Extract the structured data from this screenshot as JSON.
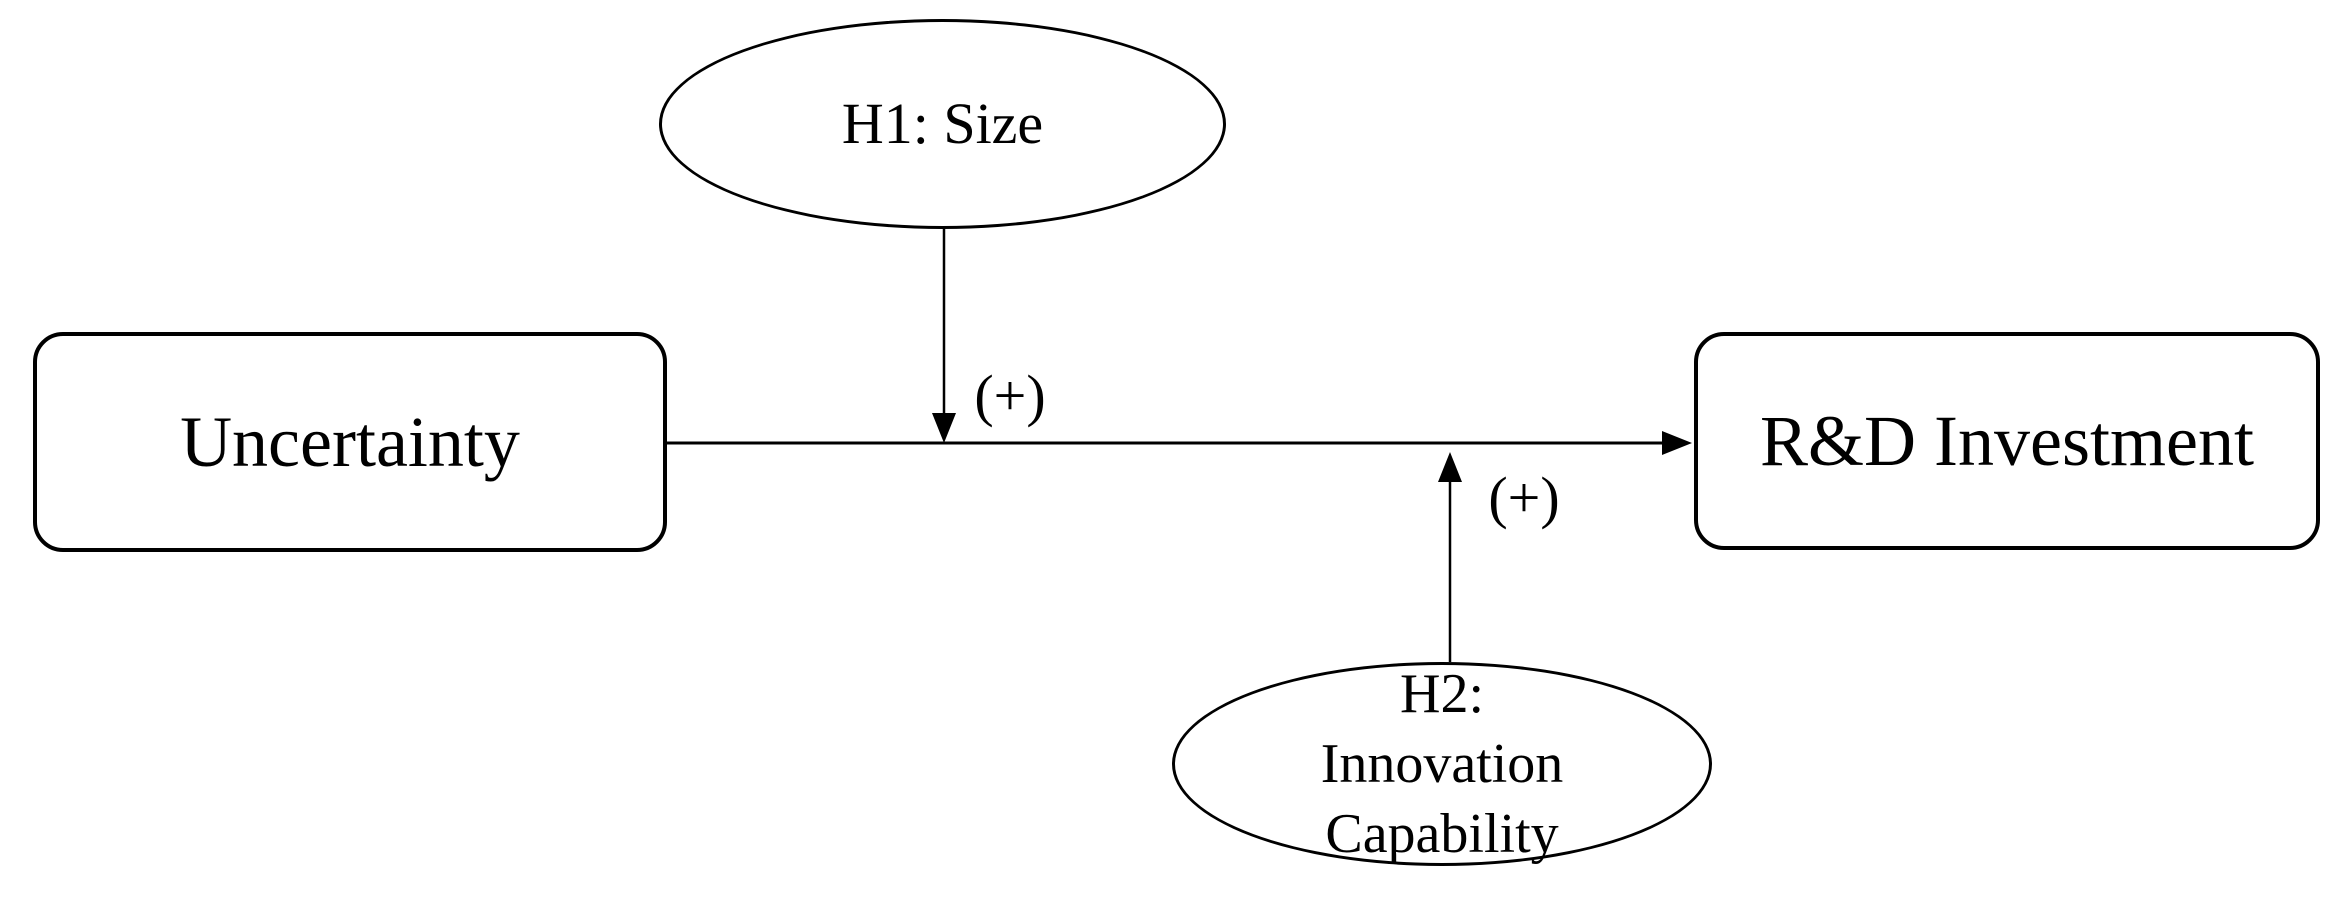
{
  "figure": {
    "background": "#ffffff",
    "stroke_color": "#000000",
    "text_color": "#000000"
  },
  "nodes": {
    "uncertainty": {
      "id": "uncertainty",
      "shape": "rounded-rectangle",
      "label": "Uncertainty"
    },
    "rd_investment": {
      "id": "rd_investment",
      "shape": "rounded-rectangle",
      "label": "R&D Investment"
    },
    "h1_size": {
      "id": "h1_size",
      "shape": "ellipse",
      "label": "H1: Size"
    },
    "h2_innovation_capability": {
      "id": "h2_innovation_capability",
      "shape": "ellipse",
      "lines": [
        "H2:",
        "Innovation",
        "Capability"
      ]
    }
  },
  "edges": {
    "main": {
      "from": "uncertainty",
      "to": "rd_investment",
      "arrow": "right"
    },
    "h1_moderation": {
      "from": "h1_size",
      "to": "main",
      "arrow": "down",
      "sign": "(+)"
    },
    "h2_moderation": {
      "from": "h2_innovation_capability",
      "to": "main",
      "arrow": "up",
      "sign": "(+)"
    }
  }
}
